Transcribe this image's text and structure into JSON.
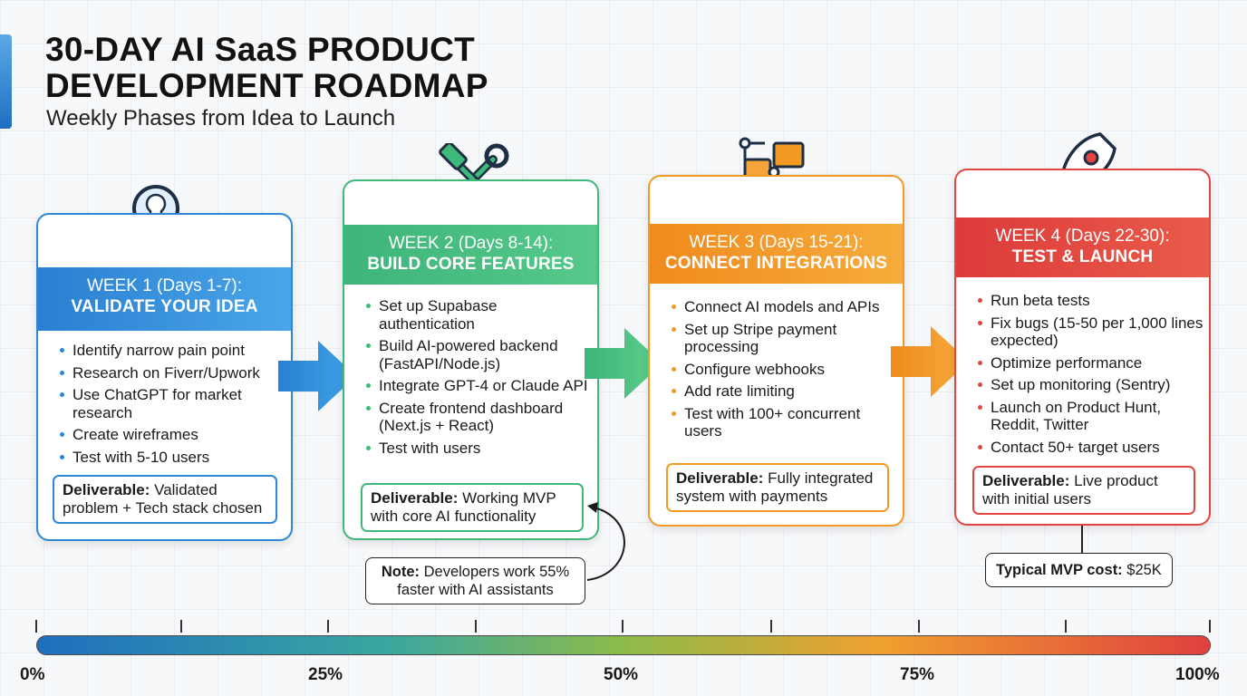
{
  "header": {
    "title_line1": "30-DAY AI SaaS PRODUCT",
    "title_line2": "DEVELOPMENT ROADMAP",
    "subtitle": "Weekly Phases from Idea to Launch"
  },
  "weeks": [
    {
      "week": "WEEK 1 (Days 1-7):",
      "phase": "VALIDATE YOUR IDEA",
      "color": "#2f86d6",
      "icon": "magnifier-lightbulb-icon",
      "items": [
        "Identify narrow pain point",
        "Research on Fiverr/Upwork",
        "Use ChatGPT for market research",
        "Create wireframes",
        "Test with 5-10 users"
      ],
      "deliverable_label": "Deliverable:",
      "deliverable_text": "Validated problem + Tech stack chosen"
    },
    {
      "week": "WEEK 2 (Days 8-14):",
      "phase": "BUILD CORE FEATURES",
      "color": "#3fb97a",
      "icon": "hammer-wrench-code-icon",
      "items": [
        "Set up Supabase authentication",
        "Build AI-powered backend (FastAPI/Node.js)",
        "Integrate GPT-4 or Claude API",
        "Create frontend dashboard (Next.js + React)",
        "Test with users"
      ],
      "deliverable_label": "Deliverable:",
      "deliverable_text": "Working MVP with core AI functionality"
    },
    {
      "week": "WEEK 3 (Days 15-21):",
      "phase": "CONNECT INTEGRATIONS",
      "color": "#f39a22",
      "icon": "puzzle-network-icon",
      "items": [
        "Connect AI models and APIs",
        "Set up Stripe payment processing",
        "Configure webhooks",
        "Add rate limiting",
        "Test with 100+ concurrent users"
      ],
      "deliverable_label": "Deliverable:",
      "deliverable_text": "Fully integrated system with payments"
    },
    {
      "week": "WEEK 4 (Days 22-30):",
      "phase": "TEST & LAUNCH",
      "color": "#e2463f",
      "icon": "rocket-check-icon",
      "items": [
        "Run beta tests",
        "Fix bugs (15-50 per 1,000 lines expected)",
        "Optimize performance",
        "Set up monitoring (Sentry)",
        "Launch on Product Hunt, Reddit, Twitter",
        "Contact 50+ target users"
      ],
      "deliverable_label": "Deliverable:",
      "deliverable_text": "Live product with initial users"
    }
  ],
  "note": {
    "label": "Note:",
    "text": "Developers work 55% faster with AI assistants"
  },
  "cost": {
    "label": "Typical MVP cost:",
    "value": "$25K"
  },
  "progress": {
    "labels": [
      "0%",
      "25%",
      "50%",
      "75%",
      "100%"
    ],
    "colors": [
      "#1e6fbf",
      "#3ba7a0",
      "#8dbb4a",
      "#f0a030",
      "#e0403e"
    ]
  }
}
